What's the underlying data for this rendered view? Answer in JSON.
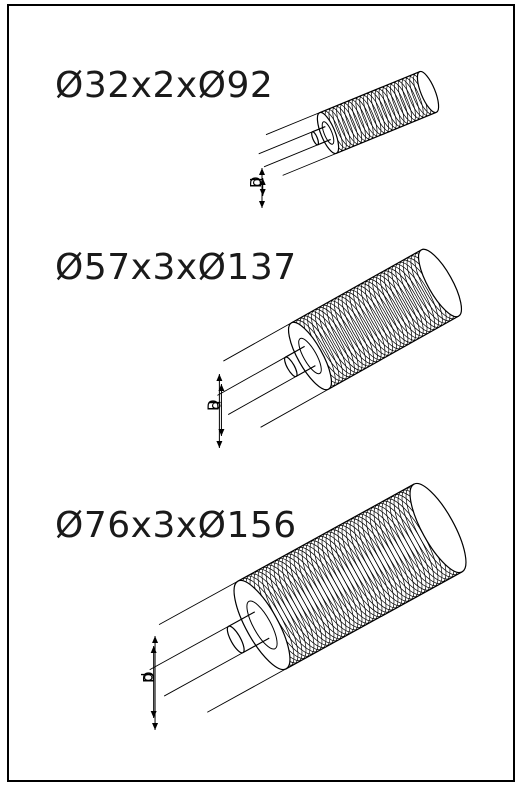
{
  "pipes": [
    {
      "spec": "Ø32x2xØ92",
      "outer_label": "D",
      "inner_label": "d"
    },
    {
      "spec": "Ø57x3xØ137",
      "outer_label": "D",
      "inner_label": "d"
    },
    {
      "spec": "Ø76x3xØ156",
      "outer_label": "D",
      "inner_label": "d"
    }
  ],
  "colors": {
    "line": "#000000",
    "background": "#ffffff"
  }
}
